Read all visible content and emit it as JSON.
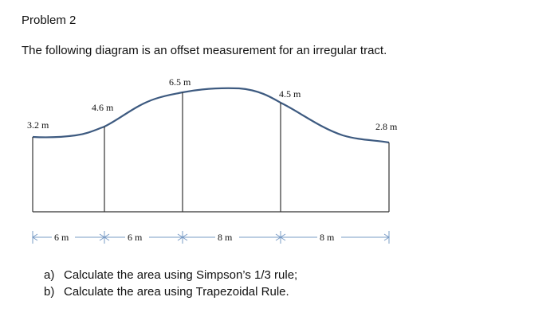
{
  "problem": {
    "title": "Problem 2",
    "intro": "The following diagram is an offset measurement for an irregular tract."
  },
  "diagram": {
    "offsets": [
      {
        "label": "3.2 m"
      },
      {
        "label": "4.6 m"
      },
      {
        "label": "6.5 m"
      },
      {
        "label": "4.5 m"
      },
      {
        "label": "2.8 m"
      }
    ],
    "intervals": [
      {
        "label": "6 m"
      },
      {
        "label": "6 m"
      },
      {
        "label": "8 m"
      },
      {
        "label": "8 m"
      }
    ],
    "boundary_color": "#3d5a80",
    "line_color": "#333333",
    "dimension_color": "#7a9cc6"
  },
  "questions": [
    {
      "marker": "a)",
      "text": "Calculate the area using Simpson’s 1/3 rule;"
    },
    {
      "marker": "b)",
      "text": "Calculate the area using Trapezoidal Rule."
    }
  ]
}
